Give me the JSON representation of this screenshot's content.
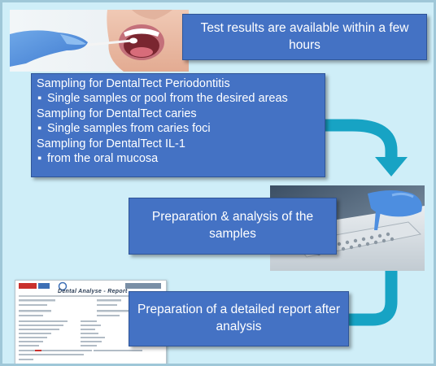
{
  "results_box": {
    "text": "Test results are available within a few hours"
  },
  "sampling_box": {
    "lines": [
      "Sampling for DentalTect Periodontitis",
      "Single samples or pool from the desired areas",
      "Sampling for DentalTect caries",
      "Single samples from caries foci",
      "Sampling for DentalTect IL-1",
      "from the oral mucosa"
    ]
  },
  "prep_box": {
    "text": "Preparation & analysis of the samples"
  },
  "report_box": {
    "text": "Preparation of a detailed report after analysis"
  },
  "report_thumbnail": {
    "title": "Dental Analyse - Report"
  },
  "colors": {
    "background": "#cfeef8",
    "box_fill": "#4472c4",
    "arrow": "#17a3c4"
  }
}
